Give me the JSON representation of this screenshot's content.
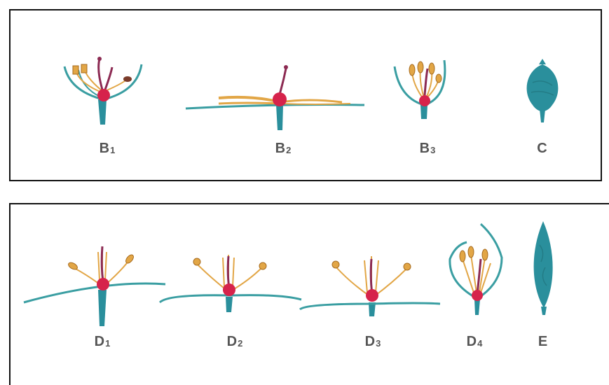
{
  "colors": {
    "frame": "#111111",
    "stem": "#2a8f9c",
    "sepal": "#3a9ea2",
    "receptacle": "#d6234b",
    "stamen": "#e2a646",
    "pistil": "#8c2a52",
    "label": "#555555"
  },
  "panels": [
    {
      "name": "panel-top",
      "figures": [
        {
          "id": "b1",
          "label": "B",
          "sub": "1"
        },
        {
          "id": "b2",
          "label": "B",
          "sub": "2"
        },
        {
          "id": "b3",
          "label": "B",
          "sub": "3"
        },
        {
          "id": "c",
          "label": "C",
          "sub": ""
        }
      ]
    },
    {
      "name": "panel-bottom",
      "figures": [
        {
          "id": "d1",
          "label": "D",
          "sub": "1"
        },
        {
          "id": "d2",
          "label": "D",
          "sub": "2"
        },
        {
          "id": "d3",
          "label": "D",
          "sub": "3"
        },
        {
          "id": "d4",
          "label": "D",
          "sub": "4"
        },
        {
          "id": "e",
          "label": "E",
          "sub": ""
        }
      ]
    }
  ]
}
